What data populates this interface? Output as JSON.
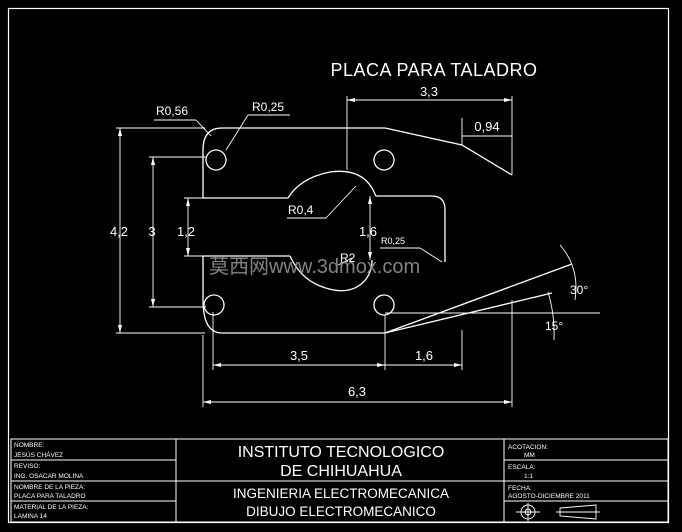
{
  "drawing": {
    "title": "PLACA PARA TALADRO",
    "units_note": "",
    "dimensions": {
      "top_width": "3,3",
      "chamfer": "0,94",
      "left_height": "4,2",
      "hole_spacing": "3",
      "slot_height": "1,2",
      "slot_depth": "1,6",
      "radius_corner": "R0,56",
      "radius_hole": "R0,25",
      "radius_slot": "R0,4",
      "radius_small": "R0,25",
      "radius_large": "R2",
      "bottom_left": "3,5",
      "bottom_right": "1,6",
      "overall_width": "6,3",
      "angle_upper": "30°",
      "angle_lower": "15°"
    },
    "watermark": "莫西网www.3dmox.com"
  },
  "title_block": {
    "labels": {
      "nombre": "NOMBRE:",
      "reviso": "REVISO:",
      "nombre_pieza": "NOMBRE DE LA PIEZA:",
      "material": "MATERIAL DE LA PIEZA:",
      "acotacion": "ACOTACION:",
      "escala": "ESCALA:",
      "fecha": "FECHA:"
    },
    "values": {
      "nombre": "JESÚS CHÁVEZ",
      "reviso": "ING. OSACAR MOLINA",
      "nombre_pieza": "PLACA PARA TALADRO",
      "material": "LAMINA 14",
      "acotacion": "MM",
      "escala": "1:1",
      "fecha": "AGOSTO-DICIEMBRE 2011"
    },
    "institute_line1": "INSTITUTO TECNOLOGICO",
    "institute_line2": "DE CHIHUAHUA",
    "course_line1": "INGENIERIA ELECTROMECANICA",
    "course_line2": "DIBUJO ELECTROMECANICO"
  },
  "colors": {
    "background": "#000000",
    "lines": "#ffffff",
    "watermark": "#9a9a9a"
  }
}
